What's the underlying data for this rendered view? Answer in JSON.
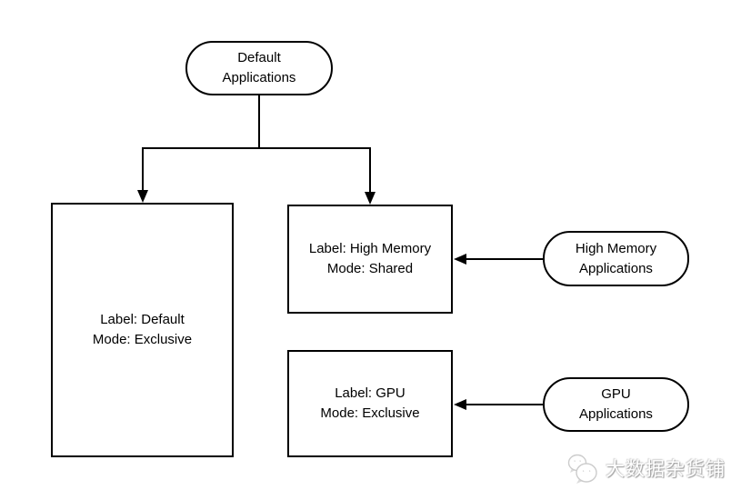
{
  "diagram": {
    "nodes": {
      "default_apps": {
        "label": "Default\nApplications",
        "shape": "rounded"
      },
      "default_queue": {
        "label": "Label: Default\nMode: Exclusive",
        "shape": "rect"
      },
      "high_memory_queue": {
        "label": "Label: High Memory\nMode: Shared",
        "shape": "rect"
      },
      "gpu_queue": {
        "label": "Label: GPU\nMode: Exclusive",
        "shape": "rect"
      },
      "high_memory_apps": {
        "label": "High Memory\nApplications",
        "shape": "rounded"
      },
      "gpu_apps": {
        "label": "GPU\nApplications",
        "shape": "rounded"
      }
    },
    "edges": [
      {
        "from": "default_apps",
        "to": "default_queue",
        "arrow": "down"
      },
      {
        "from": "default_apps",
        "to": "high_memory_queue",
        "arrow": "down"
      },
      {
        "from": "high_memory_apps",
        "to": "high_memory_queue",
        "arrow": "left"
      },
      {
        "from": "gpu_apps",
        "to": "gpu_queue",
        "arrow": "left"
      }
    ],
    "colors": {
      "stroke": "#000000",
      "node_fill": "#ffffff",
      "background": "#ffffff"
    }
  },
  "watermark": {
    "text": "大数据杂货铺",
    "icon": "wechat-chat-bubbles",
    "text_color": "#ffffff",
    "shadow_color": "#9e9e9e"
  }
}
